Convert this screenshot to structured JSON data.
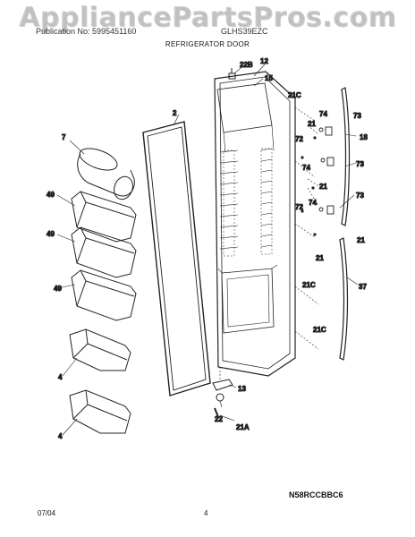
{
  "watermark": "AppliancePartsPros.com",
  "header": {
    "publication": "Publication No: 5995451160",
    "model": "GLHS39EZC"
  },
  "section_title": "REFRIGERATOR DOOR",
  "callouts": {
    "c22b": "22B",
    "c12": "12",
    "c15": "15",
    "c21c_top": "21C",
    "c2": "2",
    "c7": "7",
    "c74_a": "74",
    "c73_a": "73",
    "c21_a": "21",
    "c72_a": "72",
    "c18": "18",
    "c74_b": "74",
    "c73_b": "73",
    "c21_b": "21",
    "c49_a": "49",
    "c73_c": "73",
    "c72_b": "72",
    "c74_c": "74",
    "c49_b": "49",
    "c21_c": "21",
    "c21_d": "21",
    "c37": "37",
    "c49_c": "49",
    "c21c_mid": "21C",
    "c4_a": "4",
    "c21c_low": "21C",
    "c13": "13",
    "c4_b": "4",
    "c22": "22",
    "c21a": "21A"
  },
  "model_code": "N58RCCBBC6",
  "footer": {
    "date": "07/04",
    "page": "4"
  }
}
